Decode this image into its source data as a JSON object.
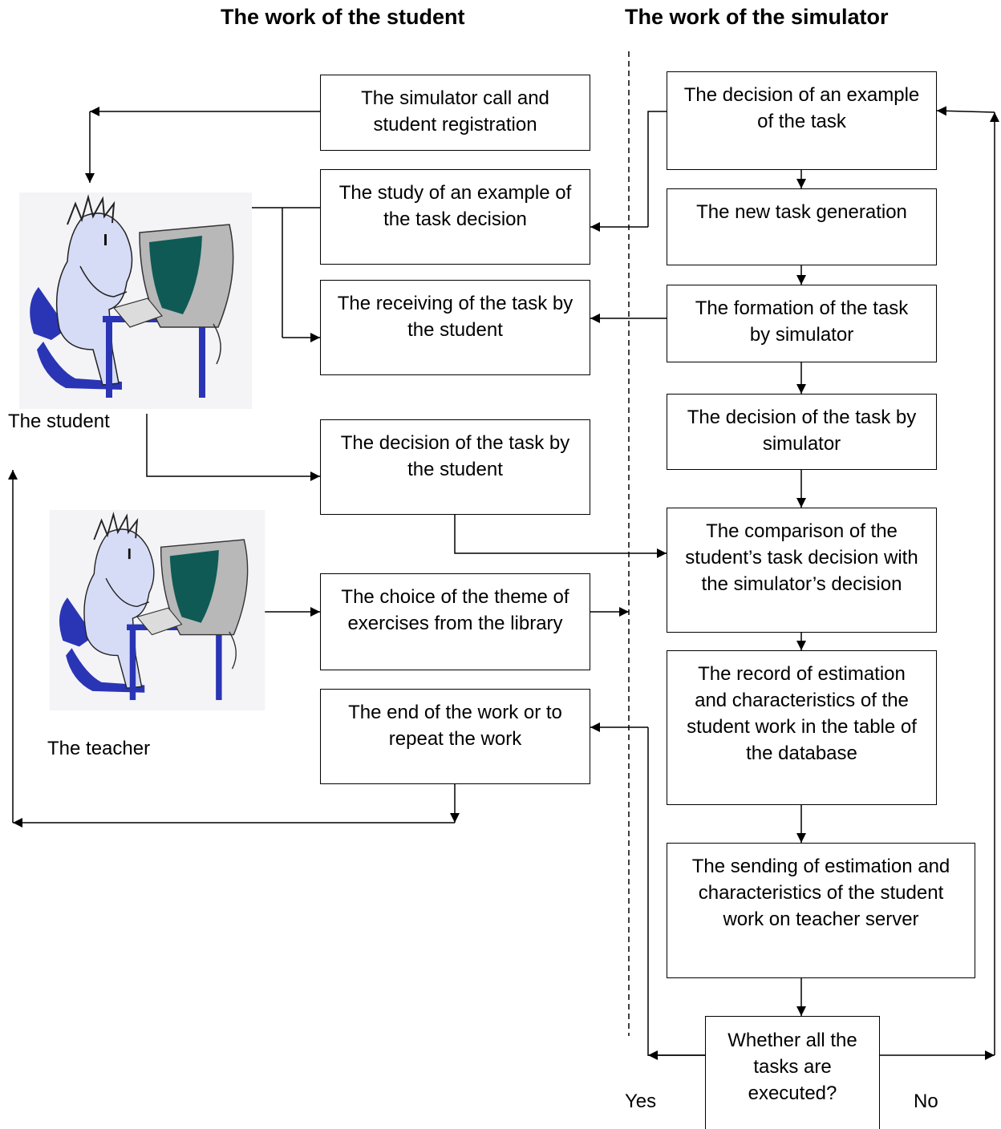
{
  "headers": {
    "student_side": "The work of the student",
    "simulator_side": "The work of the simulator"
  },
  "student_boxes": {
    "call_registration": "The simulator call and\nstudent registration",
    "study_example": "The study of an example of\nthe task decision",
    "receiving_task": "The receiving of the task by\nthe student",
    "decision_student": "The decision of the task by\nthe student",
    "choice_theme": "The choice of the theme of\nexercises from the library",
    "end_or_repeat": "The end of the work or to\nrepeat the work"
  },
  "simulator_boxes": {
    "decision_example": "The decision of an example\nof the task",
    "new_task": "The new task generation",
    "formation": "The formation of the task\nby simulator",
    "decision_simulator": "The decision of the task by\nsimulator",
    "comparison": "The comparison of the\nstudent’s task decision with\nthe simulator’s decision",
    "record": "The record of estimation\nand characteristics of the\nstudent work in the table of\nthe database",
    "sending": "The sending of estimation and\ncharacteristics of the student\nwork on teacher server",
    "all_executed": "Whether all the\ntasks are\nexecuted?"
  },
  "labels": {
    "student": "The student",
    "teacher": "The teacher",
    "yes": "Yes",
    "no": "No"
  },
  "icons": {
    "student_figure": "person-at-computer-icon",
    "teacher_figure": "person-at-computer-icon"
  },
  "colors": {
    "figure_body": "#d6dcf6",
    "chair": "#2a35b5",
    "screen": "#0f5a55",
    "monitor": "#b8b8b8"
  }
}
